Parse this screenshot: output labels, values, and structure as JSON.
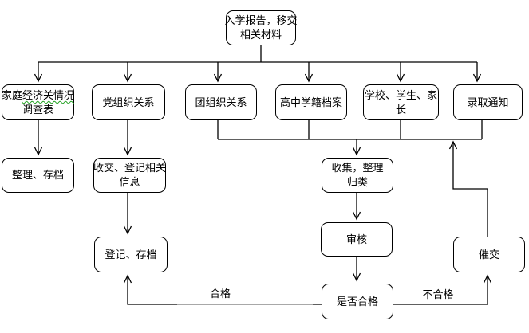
{
  "diagram": {
    "nodes": {
      "top": {
        "line1": "入学报告，移交",
        "line2": "相关材料"
      },
      "family": {
        "line1_pre": "家庭",
        "line1_marked": "经济关情况",
        "line2": "调查表"
      },
      "party": {
        "line1": "党组织关系"
      },
      "league": {
        "line1": "团组织关系"
      },
      "senior": {
        "line1": "高中学籍档案"
      },
      "stakeholders": {
        "line1": "学校、学生、家",
        "line2": "长"
      },
      "admission": {
        "line1": "录取通知"
      },
      "organize_archive": {
        "line1": "整理、存档"
      },
      "receive_register": {
        "line1": "收交、登记相关",
        "line2": "信息"
      },
      "gather_sort": {
        "line1": "收集，整理",
        "line2": "归类"
      },
      "register_archive": {
        "line1": "登记、存档"
      },
      "review": {
        "line1": "审核"
      },
      "qualified_check": {
        "line1": "是否合格"
      },
      "urge_submit": {
        "line1": "催交"
      }
    },
    "edge_labels": {
      "qualified": "合格",
      "unqualified": "不合格"
    },
    "colors": {
      "line": "#000000",
      "box_border": "#000000",
      "box_fill": "#ffffff",
      "gray_segment": "#9a9a9a",
      "spell_underline": "#21a121"
    }
  }
}
